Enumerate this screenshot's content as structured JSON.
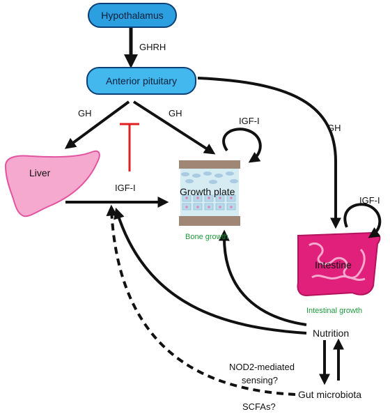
{
  "nodes": {
    "hypothalamus": "Hypothalamus",
    "anterior_pituitary": "Anterior pituitary",
    "liver": "Liver",
    "growth_plate": "Growth plate",
    "intestine": "Intestine",
    "nutrition": "Nutrition",
    "gut_microbiota": "Gut microbiota"
  },
  "labels": {
    "ghrh": "GHRH",
    "gh_left": "GH",
    "gh_middle": "GH",
    "gh_right": "GH",
    "igf_growth_plate": "IGF-I",
    "igf_intestine": "IGF-I",
    "igf_liver": "IGF-I",
    "bone_growth": "Bone growth",
    "intestinal_growth": "Intestinal growth",
    "nod2": "NOD2-mediated",
    "sensing": "sensing?",
    "scfas": "SCFAs?"
  },
  "colors": {
    "hypothalamus_fill": "#2b9fe0",
    "pituitary_fill": "#42b8ef",
    "liver_fill": "#f6a9cf",
    "intestine_fill": "#e0207a",
    "inhibition": "#e02020",
    "growth_label": "#1e9a3c"
  }
}
